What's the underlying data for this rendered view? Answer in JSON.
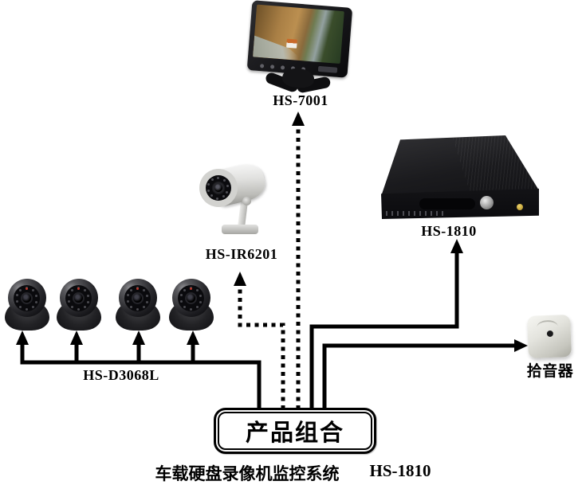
{
  "diagram": {
    "background_color": "#ffffff",
    "line_color": "#000000",
    "center_box": {
      "label": "产品组合"
    },
    "devices": {
      "monitor": {
        "label": "HS-7001",
        "type": "car-lcd-monitor"
      },
      "bullet_camera": {
        "label": "HS-IR6201",
        "type": "ir-bullet-camera"
      },
      "dvr": {
        "label": "HS-1810",
        "type": "mobile-dvr"
      },
      "dome_cameras": {
        "label": "HS-D3068L",
        "type": "ir-dome-camera",
        "count": 4
      },
      "pickup": {
        "label": "拾音器",
        "type": "audio-pickup"
      }
    },
    "connections": [
      {
        "from": "center_box",
        "to": "dome_cameras",
        "style": "solid"
      },
      {
        "from": "center_box",
        "to": "bullet_camera",
        "style": "dashed"
      },
      {
        "from": "center_box",
        "to": "monitor",
        "style": "dashed"
      },
      {
        "from": "center_box",
        "to": "dvr",
        "style": "solid"
      },
      {
        "from": "center_box",
        "to": "pickup",
        "style": "solid"
      }
    ],
    "caption": {
      "system_name": "车载硬盘录像机监控系统",
      "model": "HS-1810"
    }
  }
}
